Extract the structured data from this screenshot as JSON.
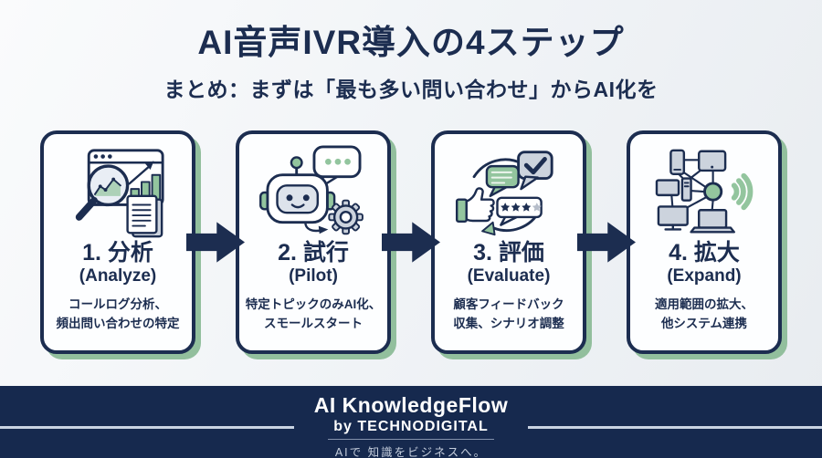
{
  "colors": {
    "navy": "#1c2d50",
    "green": "#93c59e",
    "green_shadow": "#92bf9d",
    "icon_gray": "#ccd3dd",
    "icon_gray2": "#dde3eb",
    "card_bg": "#fdfeff",
    "footer_bg": "#16294e",
    "footer_line": "#c9d3e2",
    "tagline_color": "#c3ccdb"
  },
  "header": {
    "title": "AI音声IVR導入の4ステップ",
    "subtitle": "まとめ：まずは「最も多い問い合わせ」からAI化を"
  },
  "steps": [
    {
      "title": "1. 分析",
      "subtitle_en": "(Analyze)",
      "desc_line1": "コールログ分析、",
      "desc_line2": "頻出問い合わせの特定",
      "icon": "chart-magnifier-documents-icon"
    },
    {
      "title": "2. 試行",
      "subtitle_en": "(Pilot)",
      "desc_line1": "特定トピックのみAI化、",
      "desc_line2": "スモールスタート",
      "icon": "robot-chat-gear-icon"
    },
    {
      "title": "3. 評価",
      "subtitle_en": "(Evaluate)",
      "desc_line1": "顧客フィードバック",
      "desc_line2": "収集、シナリオ調整",
      "icon": "feedback-thumbsup-rating-icon"
    },
    {
      "title": "4. 拡大",
      "subtitle_en": "(Expand)",
      "desc_line1": "適用範囲の拡大、",
      "desc_line2": "他システム連携",
      "icon": "network-devices-wifi-icon"
    }
  ],
  "footer": {
    "brand": "AI KnowledgeFlow",
    "byline": "by TECHNODIGITAL",
    "tagline": "AIで 知識をビジネスへ。"
  }
}
